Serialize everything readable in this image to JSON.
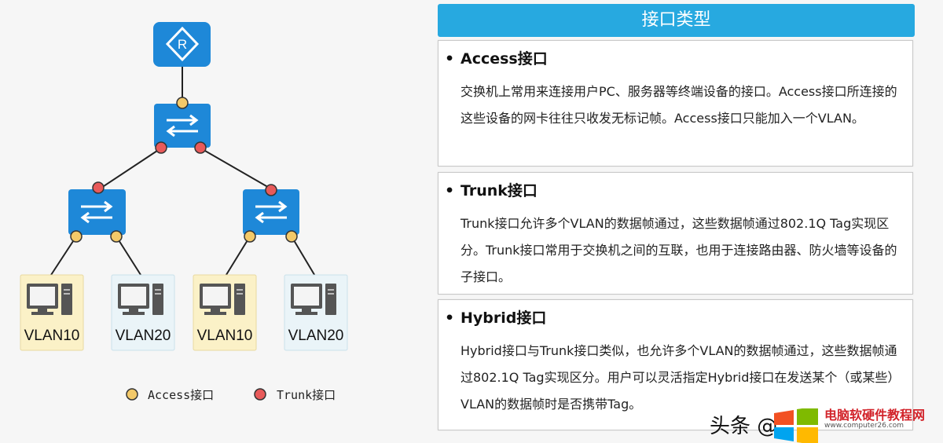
{
  "title": "接口类型",
  "sections": [
    {
      "heading": "Access接口",
      "body": "交换机上常用来连接用户PC、服务器等终端设备的接口。Access接口所连接的这些设备的网卡往往只收发无标记帧。Access接口只能加入一个VLAN。"
    },
    {
      "heading": "Trunk接口",
      "body": "Trunk接口允许多个VLAN的数据帧通过，这些数据帧通过802.1Q Tag实现区分。Trunk接口常用于交换机之间的互联，也用于连接路由器、防火墙等设备的子接口。"
    },
    {
      "heading": "Hybrid接口",
      "body": "Hybrid接口与Trunk接口类似，也允许多个VLAN的数据帧通过，这些数据帧通过802.1Q  Tag实现区分。用户可以灵活指定Hybrid接口在发送某个（或某些）VLAN的数据帧时是否携带Tag。"
    }
  ],
  "diagram": {
    "router_letter": "R",
    "pcs": [
      {
        "label": "VLAN10",
        "vlan": 10
      },
      {
        "label": "VLAN20",
        "vlan": 20
      },
      {
        "label": "VLAN10",
        "vlan": 10
      },
      {
        "label": "VLAN20",
        "vlan": 20
      }
    ],
    "legend": {
      "access": "Access接口",
      "trunk": "Trunk接口"
    }
  },
  "colors": {
    "title_bar": "#27a9e0",
    "device_blue": "#1e88d8",
    "access_port": "#f3c969",
    "trunk_port": "#e85a5a",
    "vlan10_bg": "#fbf1c7",
    "vlan20_bg": "#eaf4f8"
  },
  "watermark": {
    "text": "头条 @",
    "site": "电脑软硬件教程网",
    "url": "www.computer26.com"
  }
}
